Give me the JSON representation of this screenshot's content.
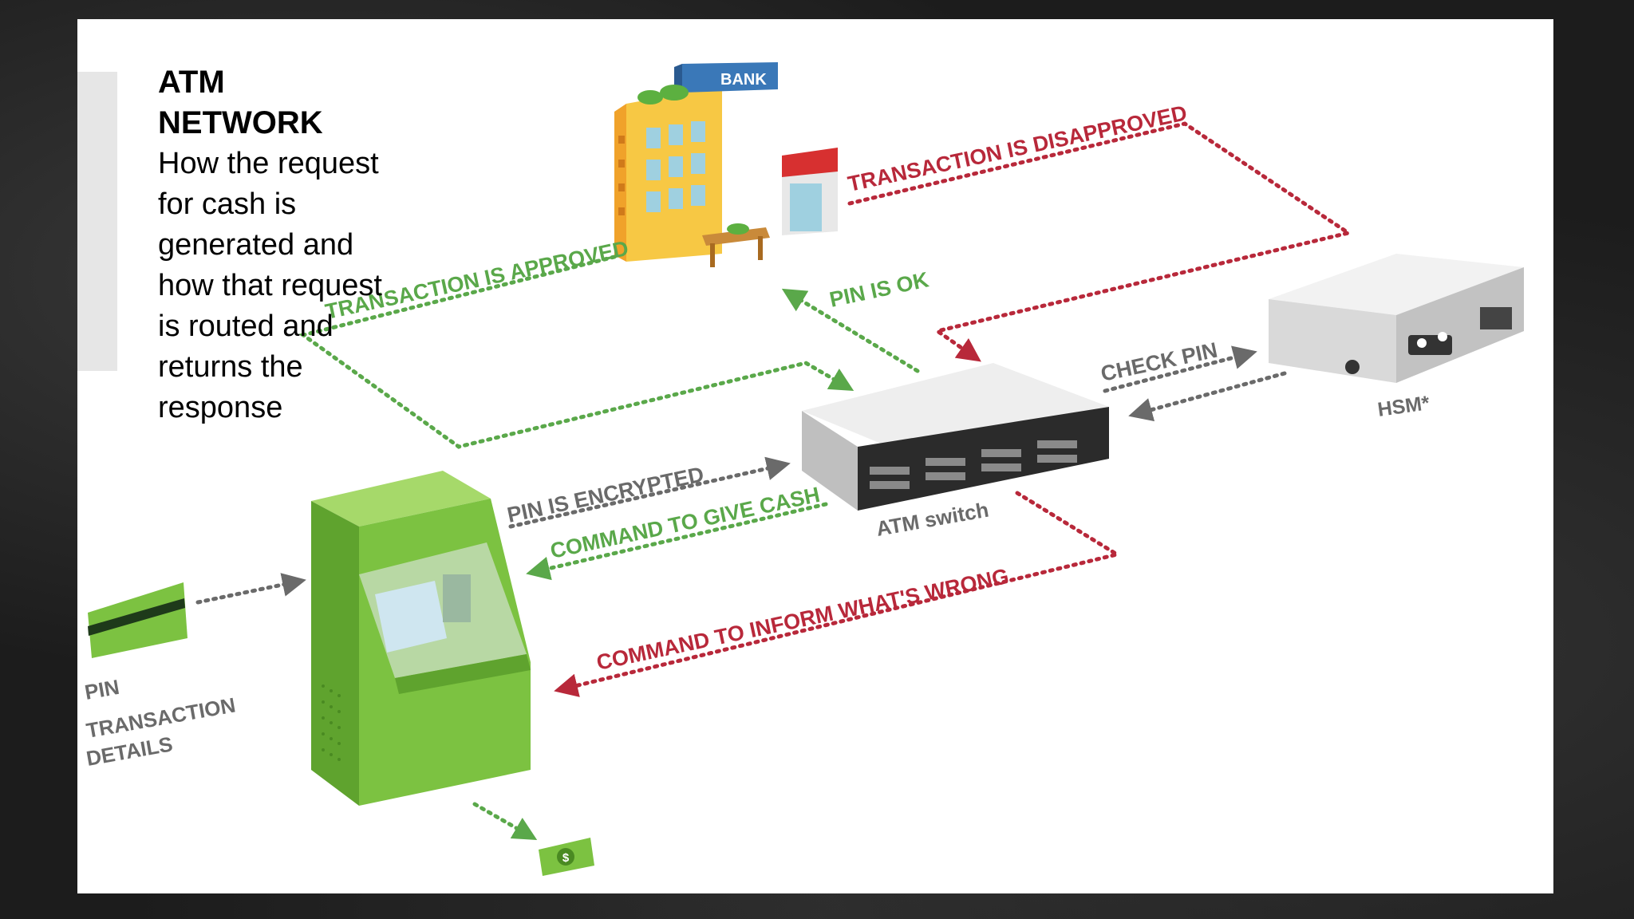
{
  "slide": {
    "title": "ATM NETWORK",
    "subtitle": "How the request for cash is generated and how that request is routed and returns the response"
  },
  "diagram": {
    "bank_sign": "BANK",
    "labels": {
      "transaction_approved": "TRANSACTION IS APPROVED",
      "transaction_disapproved": "TRANSACTION IS DISAPPROVED",
      "pin_ok": "PIN IS OK",
      "check_pin": "CHECK PIN",
      "hsm": "HSM*",
      "pin_encrypted": "PIN IS ENCRYPTED",
      "command_give_cash": "COMMAND TO GIVE CASH",
      "atm_switch": "ATM switch",
      "command_inform_wrong": "COMMAND TO INFORM WHAT'S WRONG",
      "pin": "PIN",
      "transaction_details_1": "TRANSACTION",
      "transaction_details_2": "DETAILS",
      "dollar": "$"
    },
    "colors": {
      "green": "#5aa84a",
      "red": "#b8283a",
      "gray": "#6a6a6a",
      "atm_green": "#7cc241"
    }
  }
}
